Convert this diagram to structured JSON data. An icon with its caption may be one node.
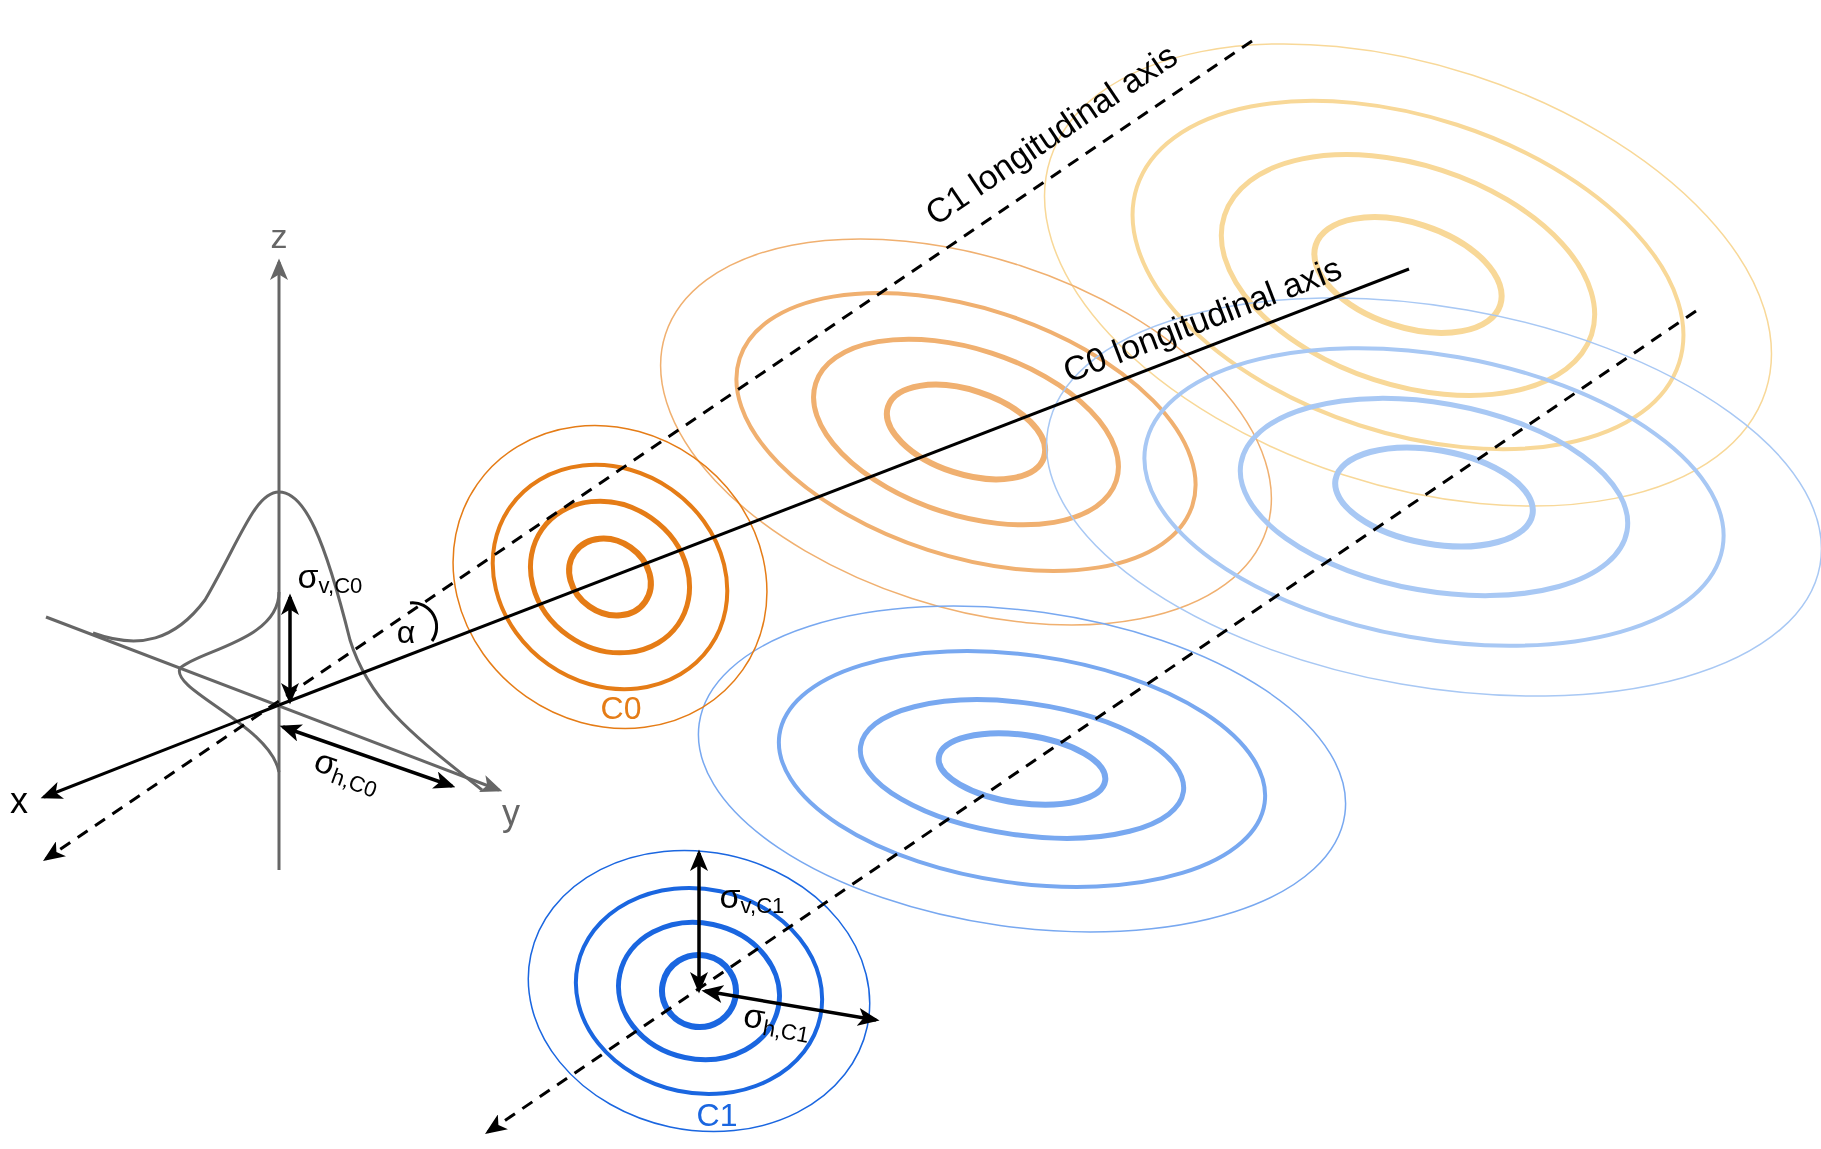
{
  "diagram": {
    "labels": [
      "C1 longitudinal axis",
      "z",
      "C0 longitudinal axis",
      "σ$_{v,C0}$",
      "α",
      "C0",
      "σ$_{h,C0}$",
      "x",
      "y",
      "σ$_{v,C1}$",
      "σ$_{h,C1}$",
      "C1"
    ]
  }
}
